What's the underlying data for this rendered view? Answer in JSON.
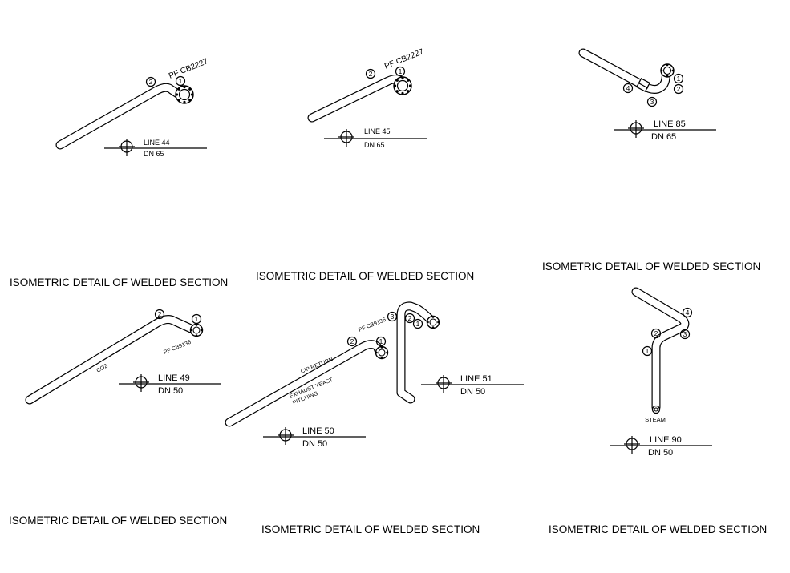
{
  "details": [
    {
      "title": "ISOMETRIC DETAIL OF WELDED SECTION",
      "line": "LINE 44",
      "dn": "DN 65",
      "tag": "PF CB2227"
    },
    {
      "title": "ISOMETRIC DETAIL OF WELDED SECTION",
      "line": "LINE 45",
      "dn": "DN 65",
      "tag": "PF CB2227"
    },
    {
      "title": "ISOMETRIC DETAIL OF WELDED SECTION",
      "line": "LINE 85",
      "dn": "DN 65"
    },
    {
      "title": "ISOMETRIC DETAIL OF WELDED SECTION",
      "line": "LINE 49",
      "dn": "DN 50",
      "tag": "PF CB9136",
      "pipe_label": "CO2"
    },
    {
      "title": "ISOMETRIC DETAIL OF WELDED SECTION",
      "line": "LINE 50",
      "dn": "DN 50",
      "line_b": "LINE 51",
      "dn_b": "DN 50",
      "tag": "PF CB9136",
      "label_cip": "CIP RETURN",
      "label_exhaust_1": "EXHAUST YEAST",
      "label_exhaust_2": "PITCHING"
    },
    {
      "title": "ISOMETRIC DETAIL OF WELDED SECTION",
      "line": "LINE 90",
      "dn": "DN 50",
      "label_steam": "STEAM"
    }
  ],
  "markers": {
    "m1": "1",
    "m2": "2",
    "m3": "3",
    "m4": "4"
  }
}
